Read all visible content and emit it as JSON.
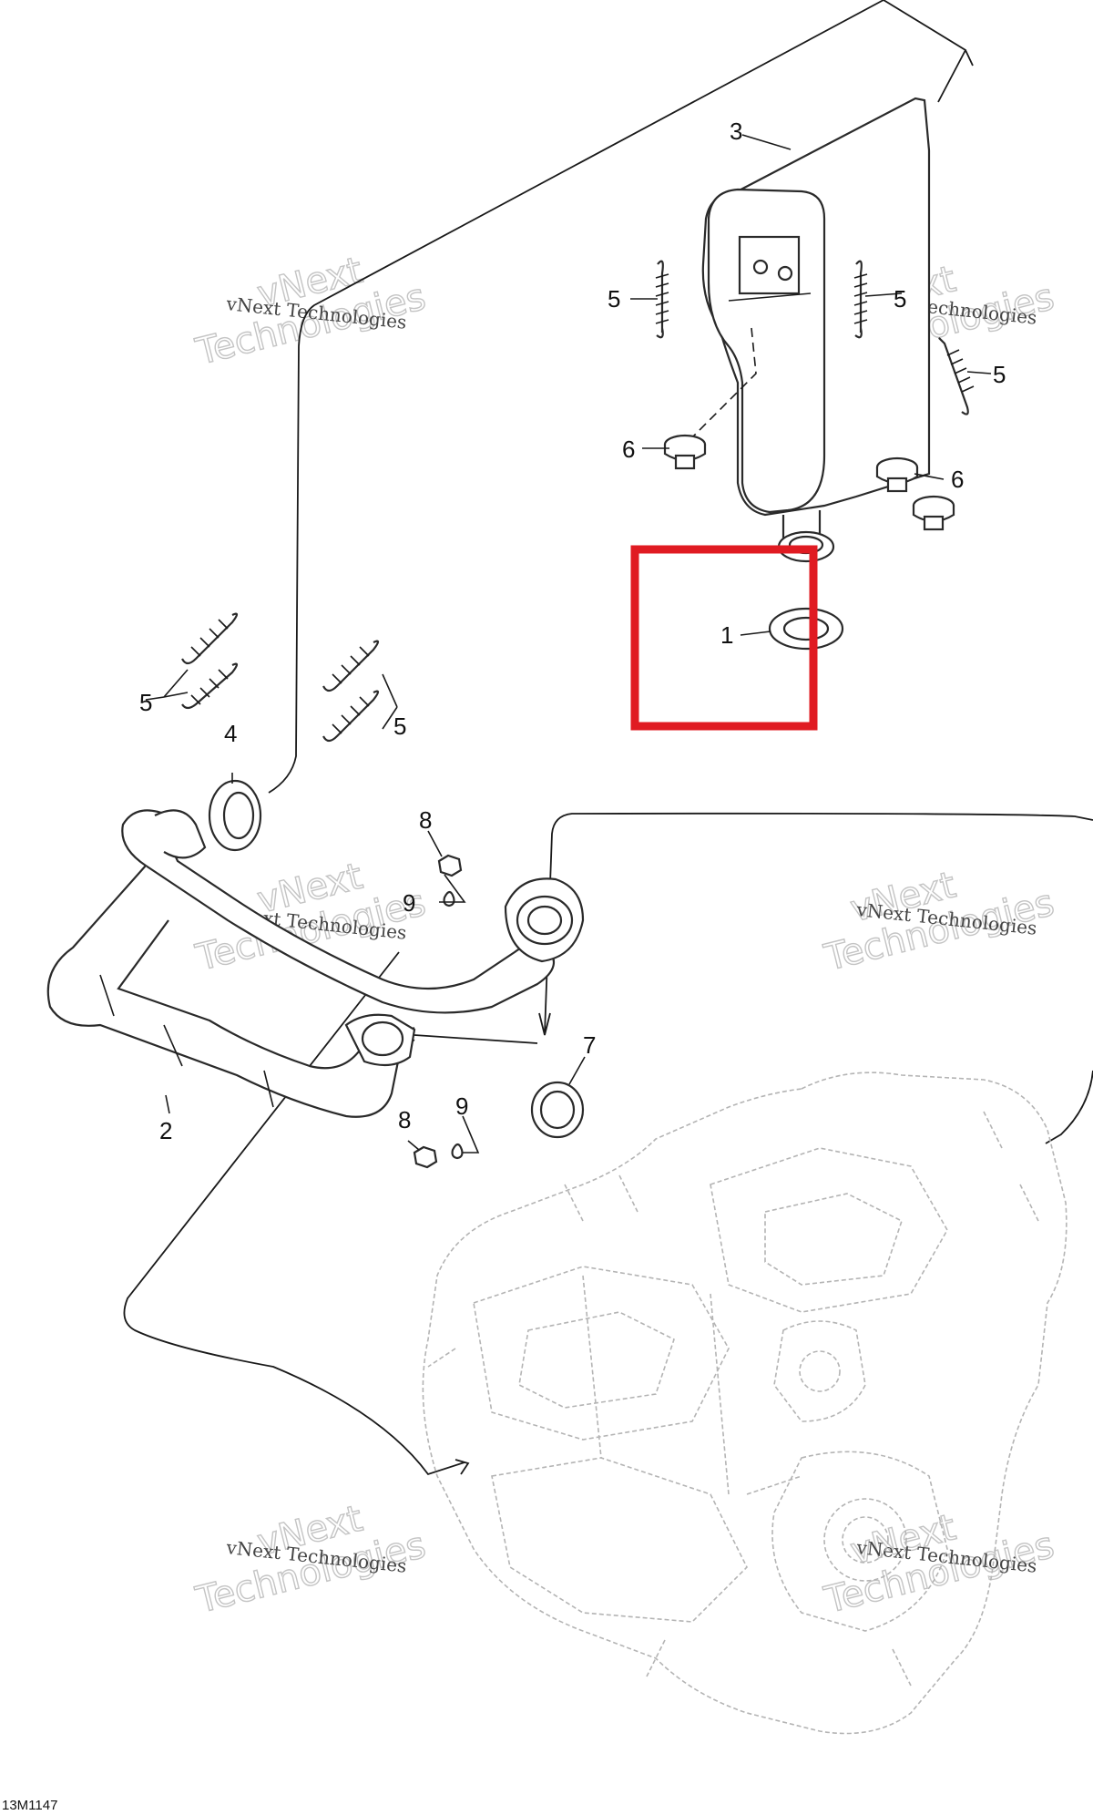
{
  "callouts": {
    "c1": "1",
    "c2": "2",
    "c3": "3",
    "c4": "4",
    "c5a": "5",
    "c5b": "5",
    "c5c": "5",
    "c5d": "5",
    "c5e": "5",
    "c6a": "6",
    "c6b": "6",
    "c7": "7",
    "c8a": "8",
    "c8b": "8",
    "c9a": "9",
    "c9b": "9"
  },
  "watermark": {
    "line1": "vNext Technologies",
    "line2": "Technologies",
    "line3": "vNext"
  },
  "reference_code": "13M1147",
  "highlight": {
    "part": "1",
    "color": "#e01b22"
  },
  "icons": [
    "muffler-icon",
    "exhaust-pipe-icon",
    "engine-icon",
    "spring-icon",
    "gasket-icon",
    "grommet-icon",
    "nut-icon",
    "washer-icon"
  ]
}
